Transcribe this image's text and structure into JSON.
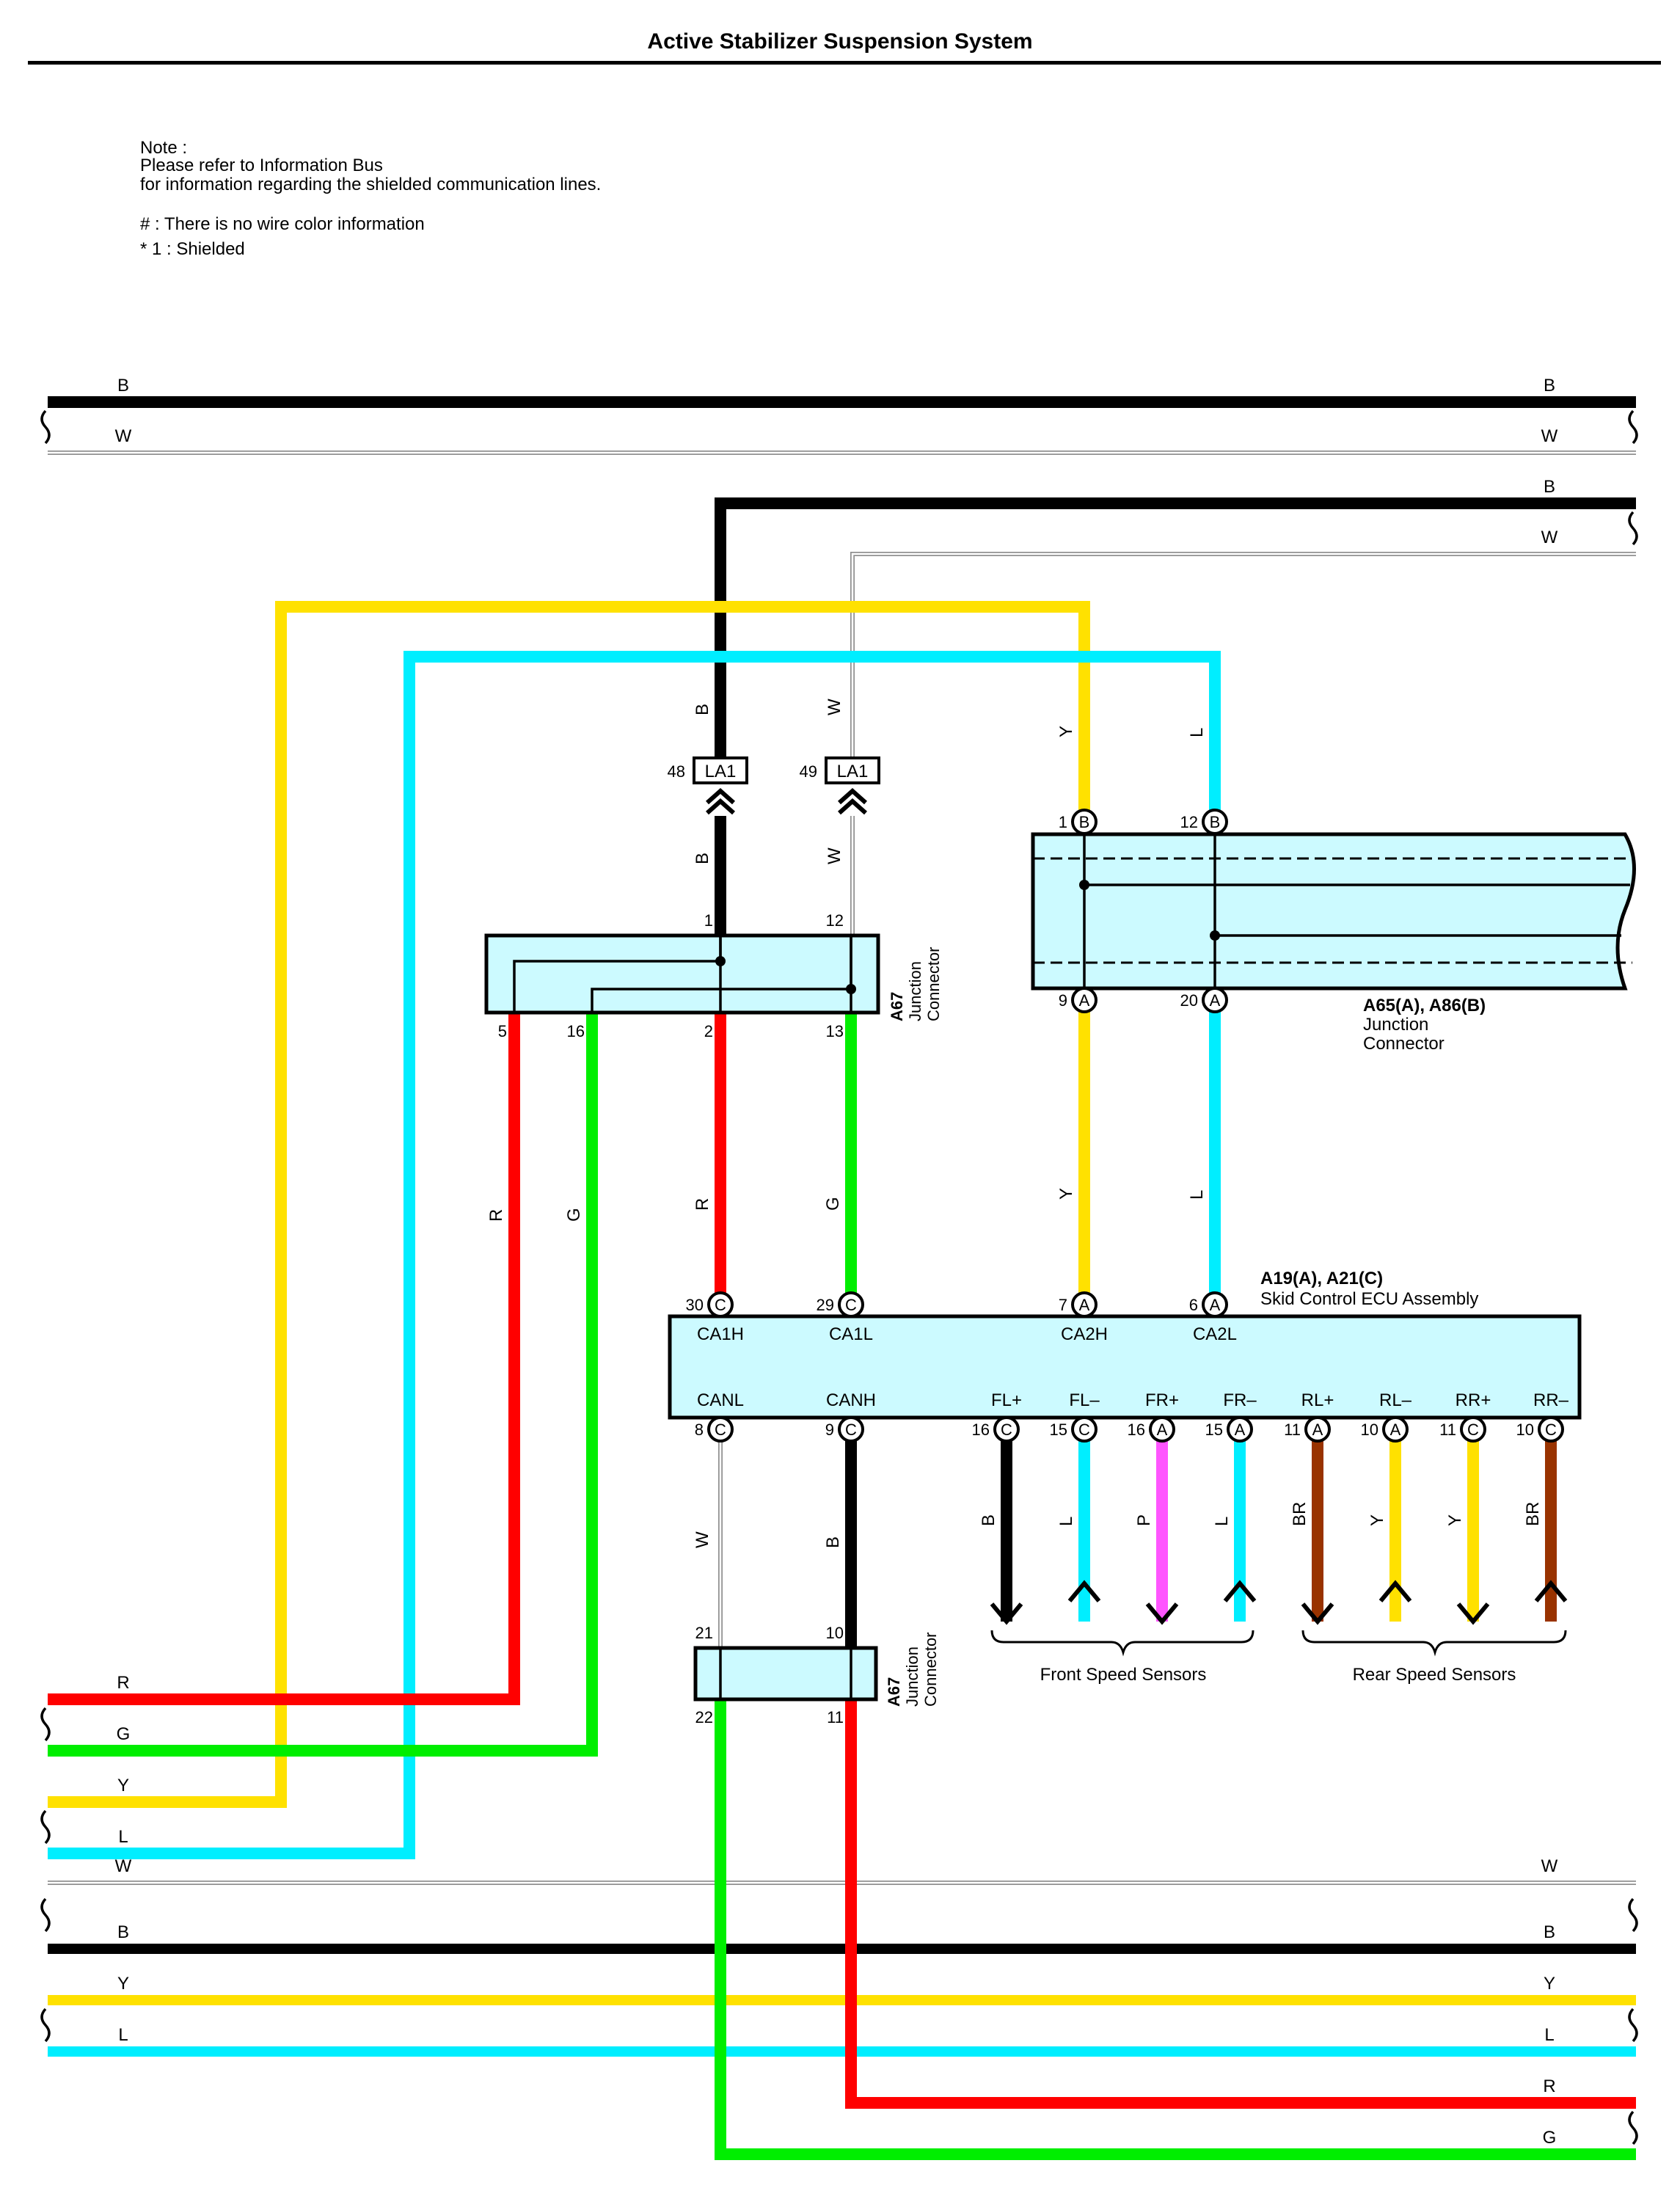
{
  "title": "Active Stabilizer Suspension System",
  "notes": [
    "Note :",
    "Please refer to Information Bus",
    "for information regarding the shielded communication lines.",
    "# : There is no wire color information",
    "* 1 : Shielded"
  ],
  "colors": {
    "B": "#000000",
    "W": "#9a9a9a",
    "R": "#ff0000",
    "G": "#00ee00",
    "Y": "#ffe100",
    "L": "#00eeff",
    "P": "#ff55ff",
    "BR": "#993300",
    "body_fill": "#ccfaff"
  },
  "edge_wires": {
    "top_left": [
      "B",
      "W"
    ],
    "top_right": [
      "B",
      "W",
      "B",
      "W"
    ],
    "bottom_left": [
      "R",
      "G",
      "Y",
      "L",
      "W",
      "B",
      "Y",
      "L"
    ],
    "bottom_right": [
      "W",
      "B",
      "Y",
      "L",
      "R",
      "G"
    ]
  },
  "la1": {
    "label": "LA1",
    "pins": [
      "48",
      "49"
    ]
  },
  "junction_a67": {
    "code": "A67",
    "name_line1": "Junction",
    "name_line2": "Connector",
    "top_pins": [
      "1",
      "12"
    ],
    "bottom_pins": [
      "5",
      "16",
      "2",
      "13"
    ]
  },
  "junction_a65": {
    "code": "A65(A), A86(B)",
    "name_line1": "Junction",
    "name_line2": "Connector",
    "top_pins": [
      "1",
      "12"
    ],
    "top_letters": [
      "B",
      "B"
    ],
    "bottom_pins": [
      "9",
      "20"
    ],
    "bottom_letters": [
      "A",
      "A"
    ]
  },
  "ecu": {
    "code": "A19(A), A21(C)",
    "name": "Skid Control ECU Assembly",
    "top_terminals": [
      {
        "pin": "30",
        "letter": "C",
        "name": "CA1H"
      },
      {
        "pin": "29",
        "letter": "C",
        "name": "CA1L"
      },
      {
        "pin": "7",
        "letter": "A",
        "name": "CA2H"
      },
      {
        "pin": "6",
        "letter": "A",
        "name": "CA2L"
      }
    ],
    "bottom_terminals": [
      {
        "pin": "8",
        "letter": "C",
        "name": "CANL"
      },
      {
        "pin": "9",
        "letter": "C",
        "name": "CANH"
      },
      {
        "pin": "16",
        "letter": "C",
        "name": "FL+"
      },
      {
        "pin": "15",
        "letter": "C",
        "name": "FL–"
      },
      {
        "pin": "16",
        "letter": "A",
        "name": "FR+"
      },
      {
        "pin": "15",
        "letter": "A",
        "name": "FR–"
      },
      {
        "pin": "11",
        "letter": "A",
        "name": "RL+"
      },
      {
        "pin": "10",
        "letter": "A",
        "name": "RL–"
      },
      {
        "pin": "11",
        "letter": "C",
        "name": "RR+"
      },
      {
        "pin": "10",
        "letter": "C",
        "name": "RR–"
      }
    ]
  },
  "junction_a67_lower": {
    "code": "A67",
    "name_line1": "Junction",
    "name_line2": "Connector",
    "top_pins": [
      "21",
      "10"
    ],
    "bottom_pins": [
      "22",
      "11"
    ]
  },
  "sensor_wire_colors": [
    "B",
    "L",
    "P",
    "L",
    "BR",
    "Y",
    "Y",
    "BR"
  ],
  "sensor_groups": {
    "front": "Front Speed Sensors",
    "rear": "Rear Speed Sensors"
  },
  "wire_labels": {
    "la1_upper": [
      "B",
      "W"
    ],
    "la1_lower": [
      "B",
      "W"
    ],
    "a65_upper": [
      "Y",
      "L"
    ],
    "a65_lower": [
      "Y",
      "L"
    ],
    "a67_left": [
      "R",
      "G"
    ],
    "a67_center": [
      "R",
      "G"
    ],
    "can_lower": [
      "W",
      "B"
    ]
  }
}
